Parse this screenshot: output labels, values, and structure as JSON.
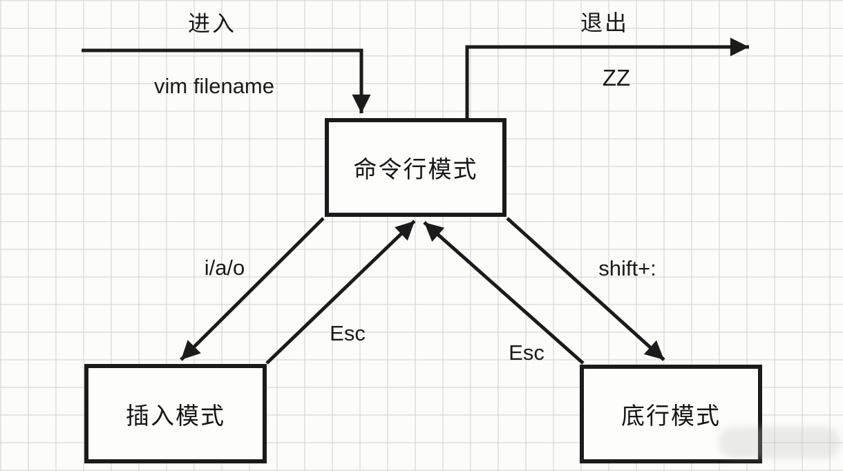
{
  "nodes": {
    "command_mode": {
      "label": "命令行模式"
    },
    "insert_mode": {
      "label": "插入模式"
    },
    "lastline_mode": {
      "label": "底行模式"
    }
  },
  "edges": {
    "enter": {
      "label": "进入",
      "command": "vim filename"
    },
    "exit": {
      "label": "退出",
      "command": "ZZ"
    },
    "to_insert": {
      "label": "i/a/o"
    },
    "from_insert": {
      "label": "Esc"
    },
    "to_lastline": {
      "label": "shift+:"
    },
    "from_lastline": {
      "label": "Esc"
    }
  },
  "colors": {
    "line": "#1b1b1b",
    "grid": "#cdcdc7",
    "background": "#fcfcfb",
    "text": "#1a1a1a"
  }
}
